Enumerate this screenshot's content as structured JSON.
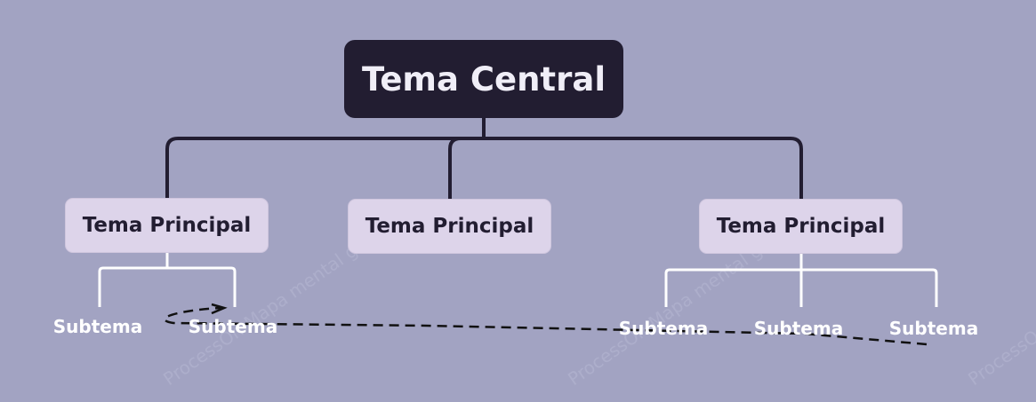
{
  "central_topic": "Tema Central",
  "main_topics": [
    {
      "label": "Tema Principal",
      "subtopics": [
        "Subtema",
        "Subtema"
      ]
    },
    {
      "label": "Tema Principal",
      "subtopics": []
    },
    {
      "label": "Tema Principal",
      "subtopics": [
        "Subtema",
        "Subtema",
        "Subtema"
      ]
    }
  ],
  "colors": {
    "background": "#a2a3c2",
    "central_fill": "#221d31",
    "central_text": "#f0eef7",
    "main_fill": "#ddd4ea",
    "main_text": "#221d31",
    "subtopic_text": "#ffffff",
    "primary_connector": "#221d31",
    "secondary_connector": "#ffffff",
    "relationship_line": "#111111"
  },
  "watermark": "ProcessOn Mapa mental gratuito"
}
